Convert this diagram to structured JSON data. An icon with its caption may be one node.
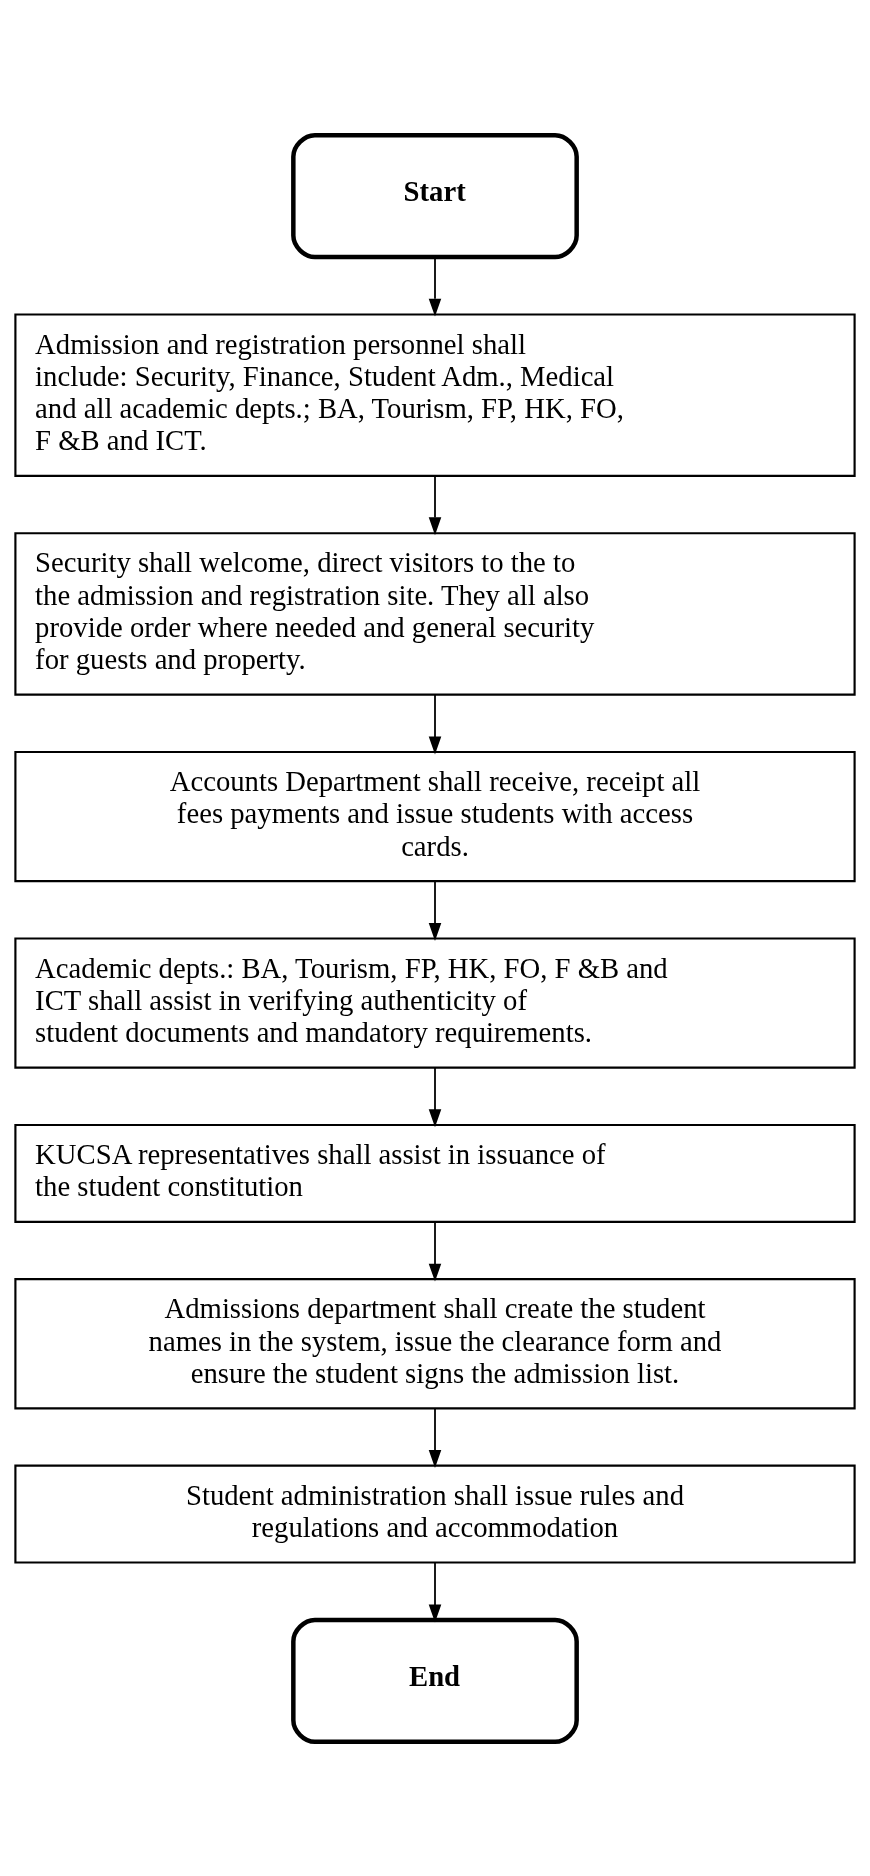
{
  "diagram": {
    "nodes": [
      {
        "text": [
          "Start"
        ]
      },
      {
        "text": [
          "Admission and registration personnel shall include: Security, Finance, Student Adm., Medical and all academic depts.; BA, Tourism, FP, HK, FO, F &B and ICT."
        ]
      },
      {
        "text": [
          "Security shall welcome, direct visitors to the to the admission and registration site. They all also provide order where needed and general security for guests and property."
        ]
      },
      {
        "text": [
          "Accounts Department shall receive, receipt all fees payments and issue students with access cards."
        ]
      },
      {
        "text": [
          "Academic depts.: BA, Tourism, FP, HK, FO, F &B and ICT shall assist in verifying authenticity of student documents and mandatory requirements."
        ]
      },
      {
        "text": [
          "KUCSA representatives shall assist in issuance of the student constitution"
        ]
      },
      {
        "text": [
          "Admissions department shall create the student names in the system, issue the clearance form and ensure the student signs the admission list."
        ]
      },
      {
        "text": [
          "Student administration shall issue rules and regulations and accommodation"
        ]
      },
      {
        "text": [
          "End"
        ]
      }
    ],
    "edges": [
      {
        "from": 0,
        "to": 1,
        "arrow": "to"
      },
      {
        "from": 1,
        "to": 2,
        "arrow": "to"
      },
      {
        "from": 2,
        "to": 3,
        "arrow": "to"
      },
      {
        "from": 3,
        "to": 4,
        "arrow": "to"
      },
      {
        "from": 4,
        "to": 5,
        "arrow": "to"
      },
      {
        "from": 5,
        "to": 6,
        "arrow": "to"
      },
      {
        "from": 6,
        "to": 7,
        "arrow": "to"
      },
      {
        "from": 7,
        "to": 8,
        "arrow": "to"
      }
    ]
  }
}
